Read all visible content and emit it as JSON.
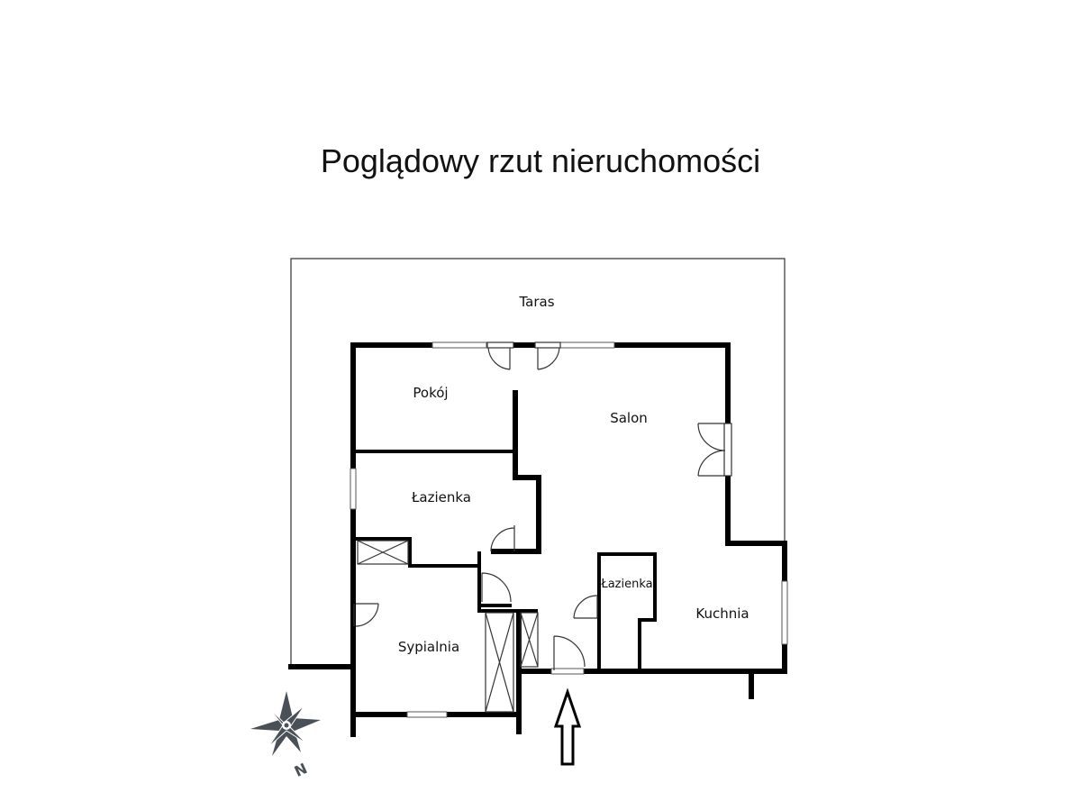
{
  "title": "Poglądowy rzut nieruchomości",
  "rooms": {
    "terrace": "Taras",
    "room": "Pokój",
    "bathroom1": "Łazienka",
    "living_room": "Salon",
    "bathroom2": "Łazienka",
    "kitchen": "Kuchnia",
    "bedroom": "Sypialnia"
  },
  "compass": {
    "label": "N",
    "color": "#4a5058"
  }
}
